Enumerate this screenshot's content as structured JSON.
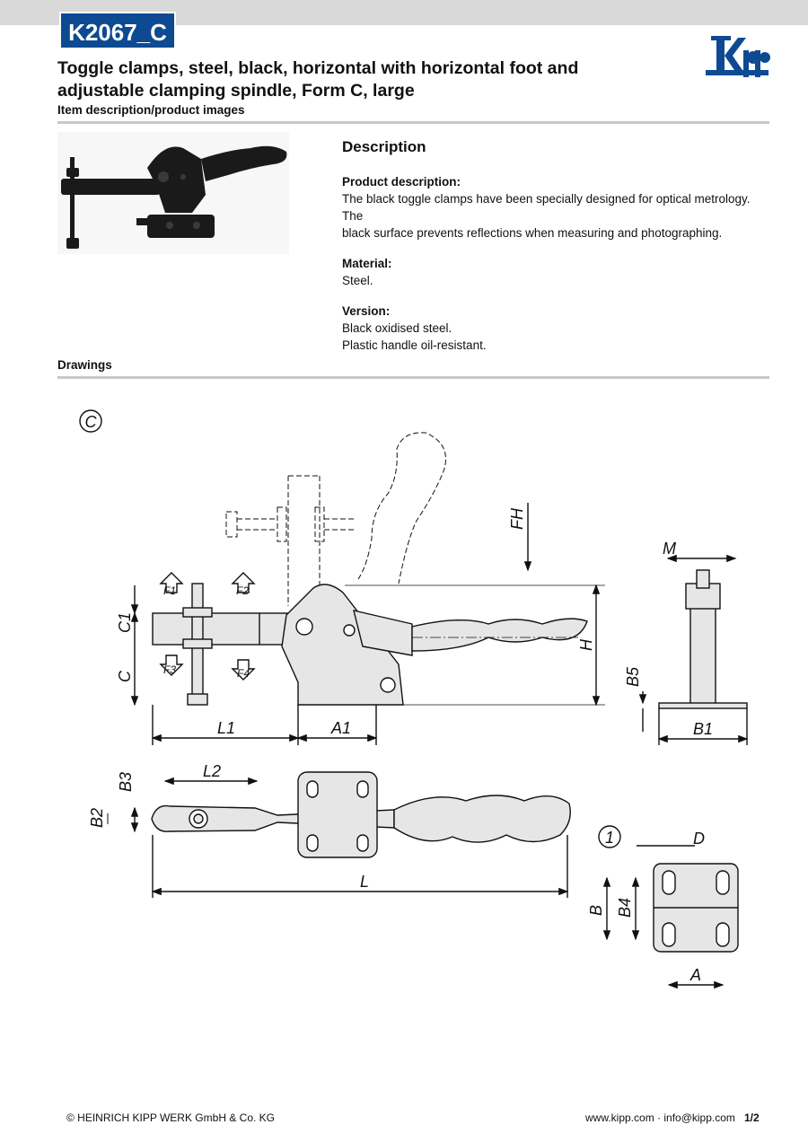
{
  "header": {
    "code": "K2067_C",
    "title_line1": "Toggle clamps, steel, black, horizontal with horizontal foot and",
    "title_line2": "adjustable clamping spindle, Form C, large",
    "subtitle": "Item description/product images",
    "logo_text": "Kipp",
    "brand_color": "#0d4a92"
  },
  "description": {
    "heading": "Description",
    "product_label": "Product description:",
    "product_text_1": "The black toggle clamps have been specially designed for optical metrology. The",
    "product_text_2": "black surface prevents reflections when measuring and photographing.",
    "material_label": "Material:",
    "material_text": "Steel.",
    "version_label": "Version:",
    "version_text_1": "Black oxidised steel.",
    "version_text_2": "Plastic handle oil-resistant."
  },
  "drawings": {
    "label": "Drawings",
    "form_mark": "C",
    "detail_mark": "1",
    "dims": {
      "C1": "C1",
      "C": "C",
      "L1": "L1",
      "A1": "A1",
      "H": "H",
      "FH": "FH",
      "F1": "F1",
      "F2": "F2",
      "F3": "F3",
      "F4": "F4",
      "M": "M",
      "B5": "B5",
      "B1": "B1",
      "L2": "L2",
      "B3": "B3",
      "B2": "B2",
      "L": "L",
      "D": "D",
      "B": "B",
      "B4": "B4",
      "A": "A"
    }
  },
  "footer": {
    "copyright": "© HEINRICH KIPP WERK GmbH & Co. KG",
    "contact": "www.kipp.com · info@kipp.com",
    "page": "1/2"
  }
}
